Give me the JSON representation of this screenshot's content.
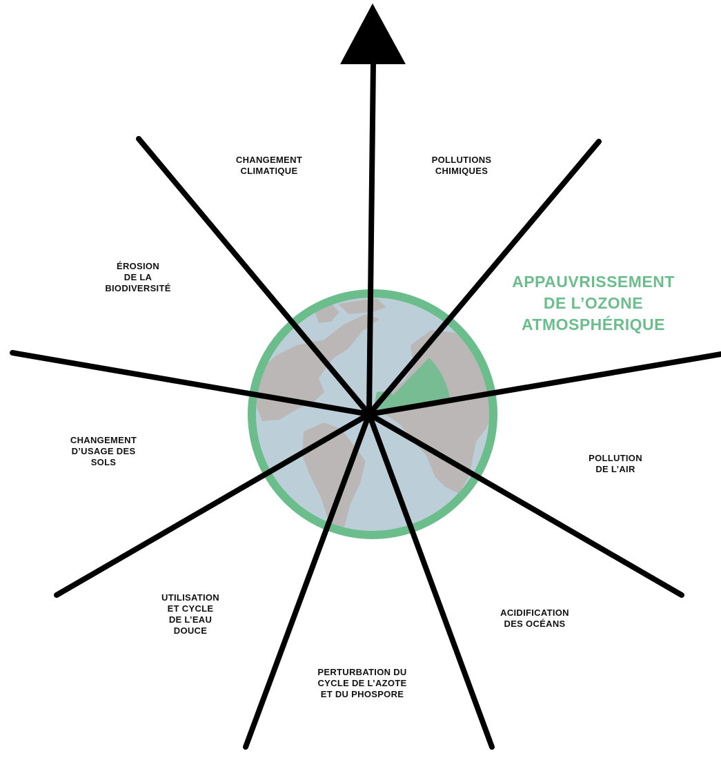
{
  "colors": {
    "ocean": "#bccfd8",
    "land": "#bcb7b7",
    "ring": "#6bbd8c",
    "highlight_sector": "#6bbd8c",
    "highlight_text": "#6bbd8c",
    "lines": "#000000",
    "text": "#111111"
  },
  "arrow_label": "",
  "boundaries": [
    {
      "id": "changement-climatique",
      "lines": [
        "CHANGEMENT",
        "CLIMATIQUE"
      ]
    },
    {
      "id": "pollutions-chimiques",
      "lines": [
        "POLLUTIONS",
        "CHIMIQUES"
      ]
    },
    {
      "id": "erosion-biodiversite",
      "lines": [
        "ÉROSION",
        "DE LA",
        "BIODIVERSITÉ"
      ]
    },
    {
      "id": "appauvrissement-ozone",
      "lines": [
        "APPAUVRISSEMENT",
        "DE  L’OZONE",
        "ATMOSPHÉRIQUE"
      ],
      "highlighted": true
    },
    {
      "id": "changement-usage-sols",
      "lines": [
        "CHANGEMENT",
        "D’USAGE DES",
        "SOLS"
      ]
    },
    {
      "id": "pollution-air",
      "lines": [
        "POLLUTION",
        "DE L’AIR"
      ]
    },
    {
      "id": "utilisation-eau-douce",
      "lines": [
        "UTILISATION",
        "ET CYCLE",
        "DE L’EAU",
        "DOUCE"
      ]
    },
    {
      "id": "acidification-oceans",
      "lines": [
        "ACIDIFICATION",
        "DES  OCÉANS"
      ]
    },
    {
      "id": "perturbation-azote-phosphore",
      "lines": [
        "PERTURBATION DU",
        "CYCLE DE L’AZOTE",
        "ET DU PHOSPORE"
      ]
    }
  ]
}
